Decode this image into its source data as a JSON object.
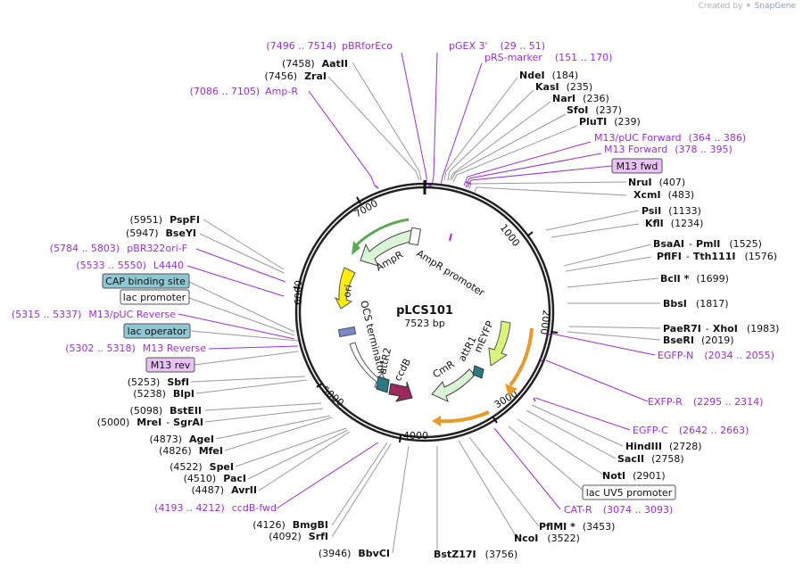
{
  "watermark": {
    "prefix": "Created by",
    "brand": "SnapGene"
  },
  "plasmid": {
    "name": "pLCS101",
    "size_label": "7523 bp"
  },
  "ticks": [
    "1000",
    "2000",
    "3000",
    "4000",
    "5000",
    "6000",
    "7000"
  ],
  "features": {
    "ampr": "AmpR",
    "ampr_promoter": "AmpR promoter",
    "ori": "ori",
    "ocs_terminator": "OCS terminator",
    "attr2": "attR2",
    "ccdb": "ccdB",
    "cmr": "CmR",
    "attr1": "attR1",
    "meyfp": "mEYFP"
  },
  "labels": {
    "aatii_pos": "(7458)",
    "aatii": "AatII",
    "zrai_pos": "(7456)",
    "zrai": "ZraI",
    "pbrforeco_pos": "(7496 .. 7514)",
    "pbrforeco": "pBRforEco",
    "ampr_primer_pos": "(7086 .. 7105)",
    "ampr_primer": "Amp-R",
    "pgex3_pos": "(29 .. 51)",
    "pgex3": "pGEX 3'",
    "prs_pos": "(151 .. 170)",
    "prs": "pRS-marker",
    "ndei": "NdeI",
    "ndei_pos": "(184)",
    "kasi": "KasI",
    "kasi_pos": "(235)",
    "nari": "NarI",
    "nari_pos": "(236)",
    "sfoi": "SfoI",
    "sfoi_pos": "(237)",
    "pluti": "PluTI",
    "pluti_pos": "(239)",
    "m13puc_fwd": "M13/pUC Forward",
    "m13puc_fwd_pos": "(364 .. 386)",
    "m13_forward": "M13 Forward",
    "m13_forward_pos": "(378 .. 395)",
    "m13fwd_box": "M13 fwd",
    "nrui": "NruI",
    "nrui_pos": "(407)",
    "xcmi": "XcmI",
    "xcmi_pos": "(483)",
    "psii": "PsiI",
    "psii_pos": "(1133)",
    "kfli": "KflI",
    "kfli_pos": "(1234)",
    "bsaai": "BsaAI",
    "pmli": "PmlI",
    "bsaai_pos": "(1525)",
    "pflfi": "PflFI",
    "tth111i": "Tth111I",
    "pflfi_pos": "(1576)",
    "bcli": "BclI *",
    "bcli_pos": "(1699)",
    "bbsi": "BbsI",
    "bbsi_pos": "(1817)",
    "paer7i": "PaeR7I",
    "xhoi": "XhoI",
    "paer7i_pos": "(1983)",
    "bseri": "BseRI",
    "bseri_pos": "(2019)",
    "egfpn": "EGFP-N",
    "egfpn_pos": "(2034 .. 2055)",
    "exfpr": "EXFP-R",
    "exfpr_pos": "(2295 .. 2314)",
    "egfpc": "EGFP-C",
    "egfpc_pos": "(2642 .. 2663)",
    "hindiii": "HindIII",
    "hindiii_pos": "(2728)",
    "sacii": "SacII",
    "sacii_pos": "(2758)",
    "noti": "NotI",
    "noti_pos": "(2901)",
    "lacuv5": "lac UV5 promoter",
    "catr": "CAT-R",
    "catr_pos": "(3074 .. 3093)",
    "pflmi": "PflMI *",
    "pflmi_pos": "(3453)",
    "ncoi": "NcoI",
    "ncoi_pos": "(3522)",
    "bstz17i": "BstZ17I",
    "bstz17i_pos": "(3756)",
    "bbvci_pos": "(3946)",
    "bbvci": "BbvCI",
    "srfi_pos": "(4092)",
    "srfi": "SrfI",
    "bmgbi_pos": "(4126)",
    "bmgbi": "BmgBI",
    "ccdbfwd_pos": "(4193 .. 4212)",
    "ccdbfwd": "ccdB-fwd",
    "avrii_pos": "(4487)",
    "avrii": "AvrII",
    "paci_pos": "(4510)",
    "paci": "PacI",
    "spei_pos": "(4522)",
    "spei": "SpeI",
    "mfei_pos": "(4826)",
    "mfei": "MfeI",
    "agei_pos": "(4873)",
    "agei": "AgeI",
    "mrei_pos": "(5000)",
    "mrei": "MreI",
    "sgrai": "SgrAI",
    "bsteii_pos": "(5098)",
    "bsteii": "BstEII",
    "blpi_pos": "(5238)",
    "blpi": "BlpI",
    "sbfi_pos": "(5253)",
    "sbfi": "SbfI",
    "m13rev_box": "M13 rev",
    "m13rev_pos": "(5302 .. 5318)",
    "m13rev": "M13 Reverse",
    "lacop_box": "lac operator",
    "m13pucrev_pos": "(5315 .. 5337)",
    "m13pucrev": "M13/pUC Reverse",
    "lacprom_box": "lac promoter",
    "cap_box": "CAP binding site",
    "l4440_pos": "(5533 .. 5550)",
    "l4440": "L4440",
    "pbr322_pos": "(5784 .. 5803)",
    "pbr322": "pBR322ori-F",
    "bseyi_pos": "(5947)",
    "bseyi": "BseYI",
    "pspfi_pos": "(5951)",
    "pspfi": "PspFI"
  },
  "colors": {
    "backbone": "#222222",
    "primer": "#9b30d9",
    "leader": "#9a9a9a",
    "ampr_fill": "#d9f5d6",
    "ampr_outline": "#5aa84f",
    "ori_fill": "#ffee00",
    "meyfp_fill": "#d8f57a",
    "attr_fill": "#2a7a86",
    "ccdb_fill": "#9a2a5c",
    "cmr_fill": "#d9f5d6",
    "terminator_fill": "#ffffff",
    "orange_arc": "#e89a2a",
    "cap_fill": "#8fc8d2",
    "lacop_fill": "#8fc8d2",
    "primer_box_fill": "#e8c2f5"
  },
  "icons": [
    "snapgene-logo-icon"
  ]
}
